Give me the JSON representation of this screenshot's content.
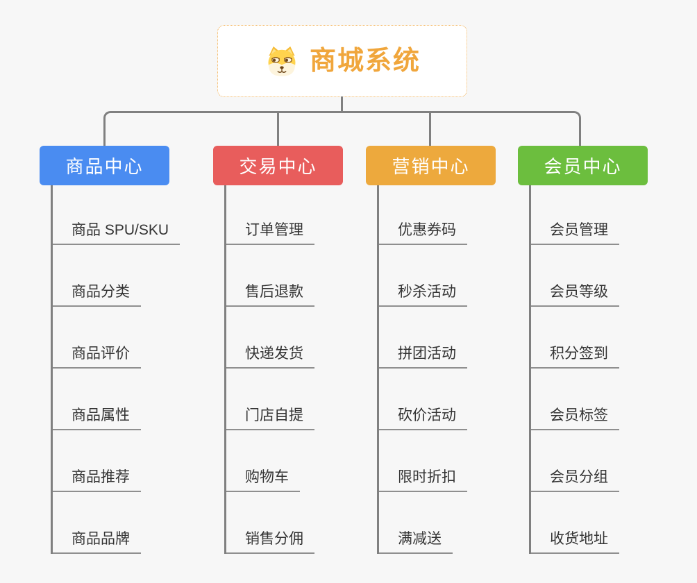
{
  "root": {
    "title": "商城系统",
    "icon": "shiba-dog-icon"
  },
  "branches": [
    {
      "label": "商品中心",
      "color": "#4a8cf1",
      "children": [
        "商品 SPU/SKU",
        "商品分类",
        "商品评价",
        "商品属性",
        "商品推荐",
        "商品品牌"
      ]
    },
    {
      "label": "交易中心",
      "color": "#e85d5c",
      "children": [
        "订单管理",
        "售后退款",
        "快递发货",
        "门店自提",
        "购物车",
        "销售分佣"
      ]
    },
    {
      "label": "营销中心",
      "color": "#eda93d",
      "children": [
        "优惠券码",
        "秒杀活动",
        "拼团活动",
        "砍价活动",
        "限时折扣",
        "满减送"
      ]
    },
    {
      "label": "会员中心",
      "color": "#6cbe3e",
      "children": [
        "会员管理",
        "会员等级",
        "积分签到",
        "会员标签",
        "会员分组",
        "收货地址"
      ]
    }
  ],
  "colors": {
    "background": "#f7f7f7",
    "root_accent": "#f0a63c",
    "root_border": "#f3b45c",
    "connector": "#808080",
    "underline": "#8f8f8f",
    "item_text": "#333333"
  }
}
